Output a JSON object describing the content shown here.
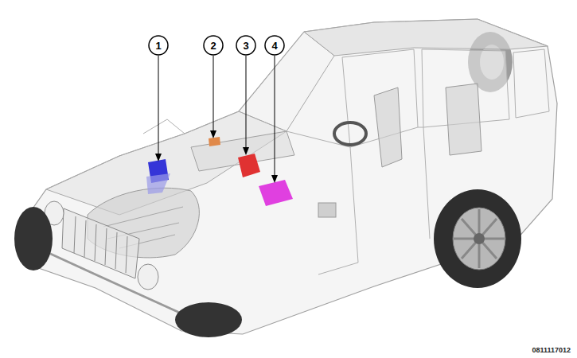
{
  "diagram": {
    "labels": [
      "1",
      "2",
      "3",
      "4",
      "0811117012"
    ]
  }
}
